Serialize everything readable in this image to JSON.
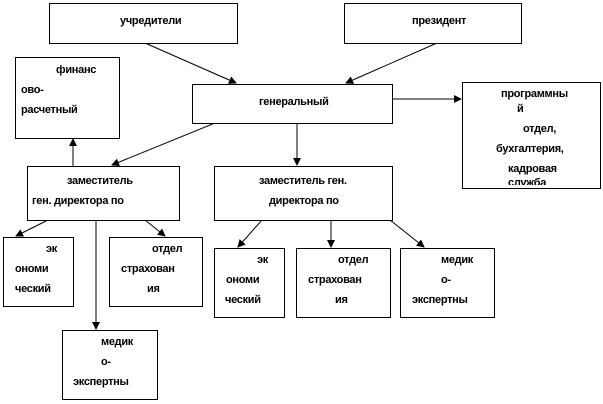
{
  "nodes": {
    "founders": {
      "lines": [
        "учредители"
      ]
    },
    "president": {
      "lines": [
        "президент"
      ]
    },
    "finance": {
      "lines": [
        "финанс",
        "ово-",
        "расчетный"
      ]
    },
    "general": {
      "lines": [
        "генеральный"
      ]
    },
    "program": {
      "lines": [
        "программны",
        "й",
        "отдел,",
        "бухгалтерия,",
        "кадровая",
        "служба"
      ]
    },
    "deputy1": {
      "lines": [
        "заместитель",
        "ген. директора по"
      ]
    },
    "deputy2": {
      "lines": [
        "заместитель ген.",
        "директора по"
      ]
    },
    "econ1": {
      "lines": [
        "эк",
        "ономи",
        "ческий"
      ]
    },
    "insurance1": {
      "lines": [
        "отдел",
        "страхован",
        "ия"
      ]
    },
    "medical1": {
      "lines": [
        "медик",
        "о-",
        "экспертны"
      ]
    },
    "econ2": {
      "lines": [
        "эк",
        "ономи",
        "ческий"
      ]
    },
    "insurance2": {
      "lines": [
        "отдел",
        "страхован",
        "ия"
      ]
    },
    "medical2": {
      "lines": [
        "медик",
        "о-",
        "экспертны"
      ]
    }
  }
}
